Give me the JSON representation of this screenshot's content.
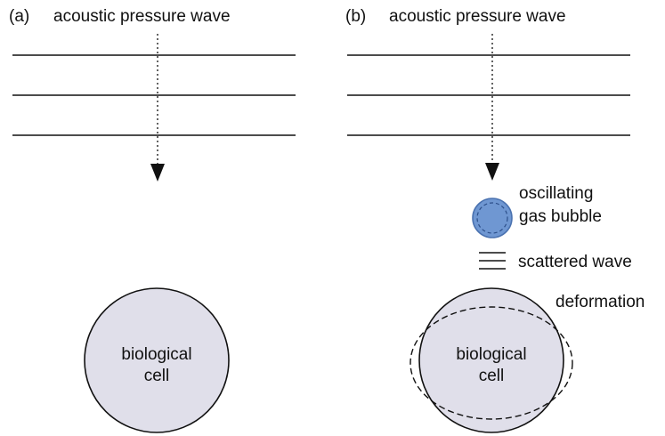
{
  "panel_a": {
    "label": "(a)",
    "wave_title": "acoustic pressure wave",
    "cell_line1": "biological",
    "cell_line2": "cell"
  },
  "panel_b": {
    "label": "(b)",
    "wave_title": "acoustic pressure wave",
    "bubble_line1": "oscillating",
    "bubble_line2": "gas bubble",
    "scattered_label": "scattered wave",
    "deformation_label": "deformation",
    "cell_line1": "biological",
    "cell_line2": "cell"
  },
  "colors": {
    "cell_fill": "#e0dfea",
    "bubble_fill": "#6f97d2",
    "bubble_stroke": "#4a72b0",
    "line": "#111111"
  }
}
